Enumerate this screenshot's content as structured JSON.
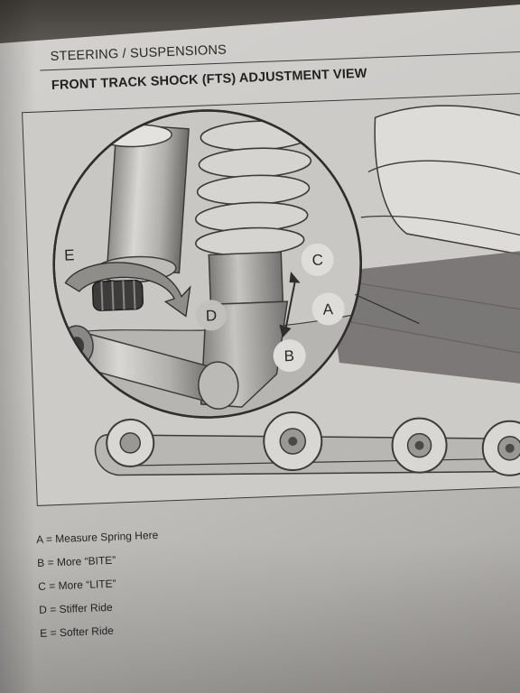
{
  "header": {
    "section": "STEERING / SUSPENSIONS",
    "title": "FRONT TRACK SHOCK (FTS) ADJUSTMENT VIEW"
  },
  "figure": {
    "callouts": {
      "a": "A",
      "b": "B",
      "c": "C",
      "d": "D",
      "e": "E"
    }
  },
  "legend": {
    "items": [
      "A = Measure Spring Here",
      "B = More “BITE”",
      "C = More “LITE”",
      "D = Stiffer Ride",
      "E = Softer Ride"
    ]
  }
}
